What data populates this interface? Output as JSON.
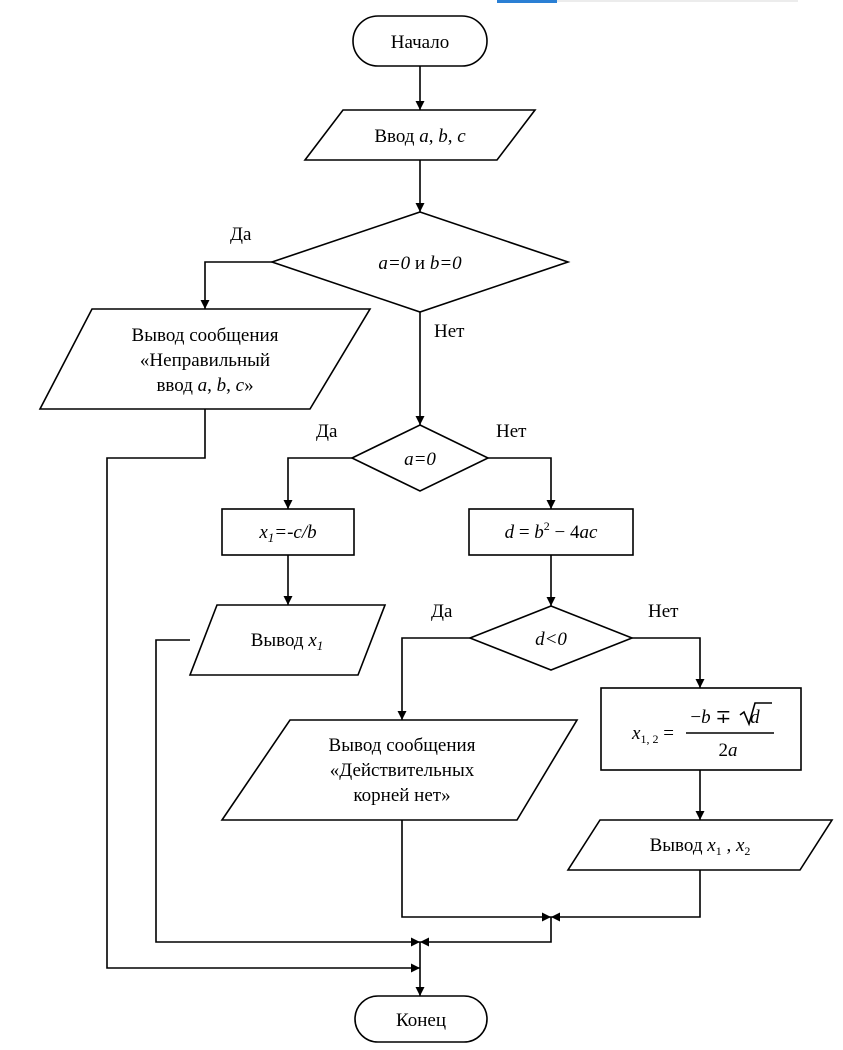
{
  "nodes": {
    "start": "Начало",
    "input": {
      "prefix": "Ввод ",
      "a": "a",
      "sep1": ", ",
      "b": "b",
      "sep2": ", ",
      "c": "c"
    },
    "cond1": {
      "left": "a=0",
      "mid": " и ",
      "right": "b=0"
    },
    "error_msg": {
      "line1": "Вывод сообщения",
      "line2": "«Неправильный",
      "line3_prefix": "ввод ",
      "line3_a": "a",
      "line3_sep1": ", ",
      "line3_b": "b",
      "line3_sep2": ", ",
      "line3_c": "c",
      "line3_suffix": "»"
    },
    "cond2": "a=0",
    "linear": {
      "x": "x",
      "sub": "1",
      "expr": "=-c/b"
    },
    "output_x1": {
      "prefix": "Вывод ",
      "x": "x",
      "sub": "1"
    },
    "discriminant": {
      "lhs": "d",
      "eq": " = ",
      "b": "b",
      "exp": "2",
      "rest": " − 4",
      "ac": "ac"
    },
    "cond3": "d<0",
    "no_roots": {
      "line1": "Вывод сообщения",
      "line2": "«Действительных",
      "line3": "корней нет»"
    },
    "roots": {
      "x": "x",
      "sub": "1, 2",
      "eq": " = ",
      "num_minus": "−",
      "num_b": "b",
      "num_pm": " ∓ ",
      "num_d": "d",
      "den_2": "2",
      "den_a": "a"
    },
    "output_roots": {
      "prefix": "Вывод  ",
      "x1": "x",
      "sub1": "1",
      "comma": " ,  ",
      "x2": "x",
      "sub2": "2"
    },
    "end": "Конец"
  },
  "labels": {
    "yes": "Да",
    "no": "Нет"
  }
}
